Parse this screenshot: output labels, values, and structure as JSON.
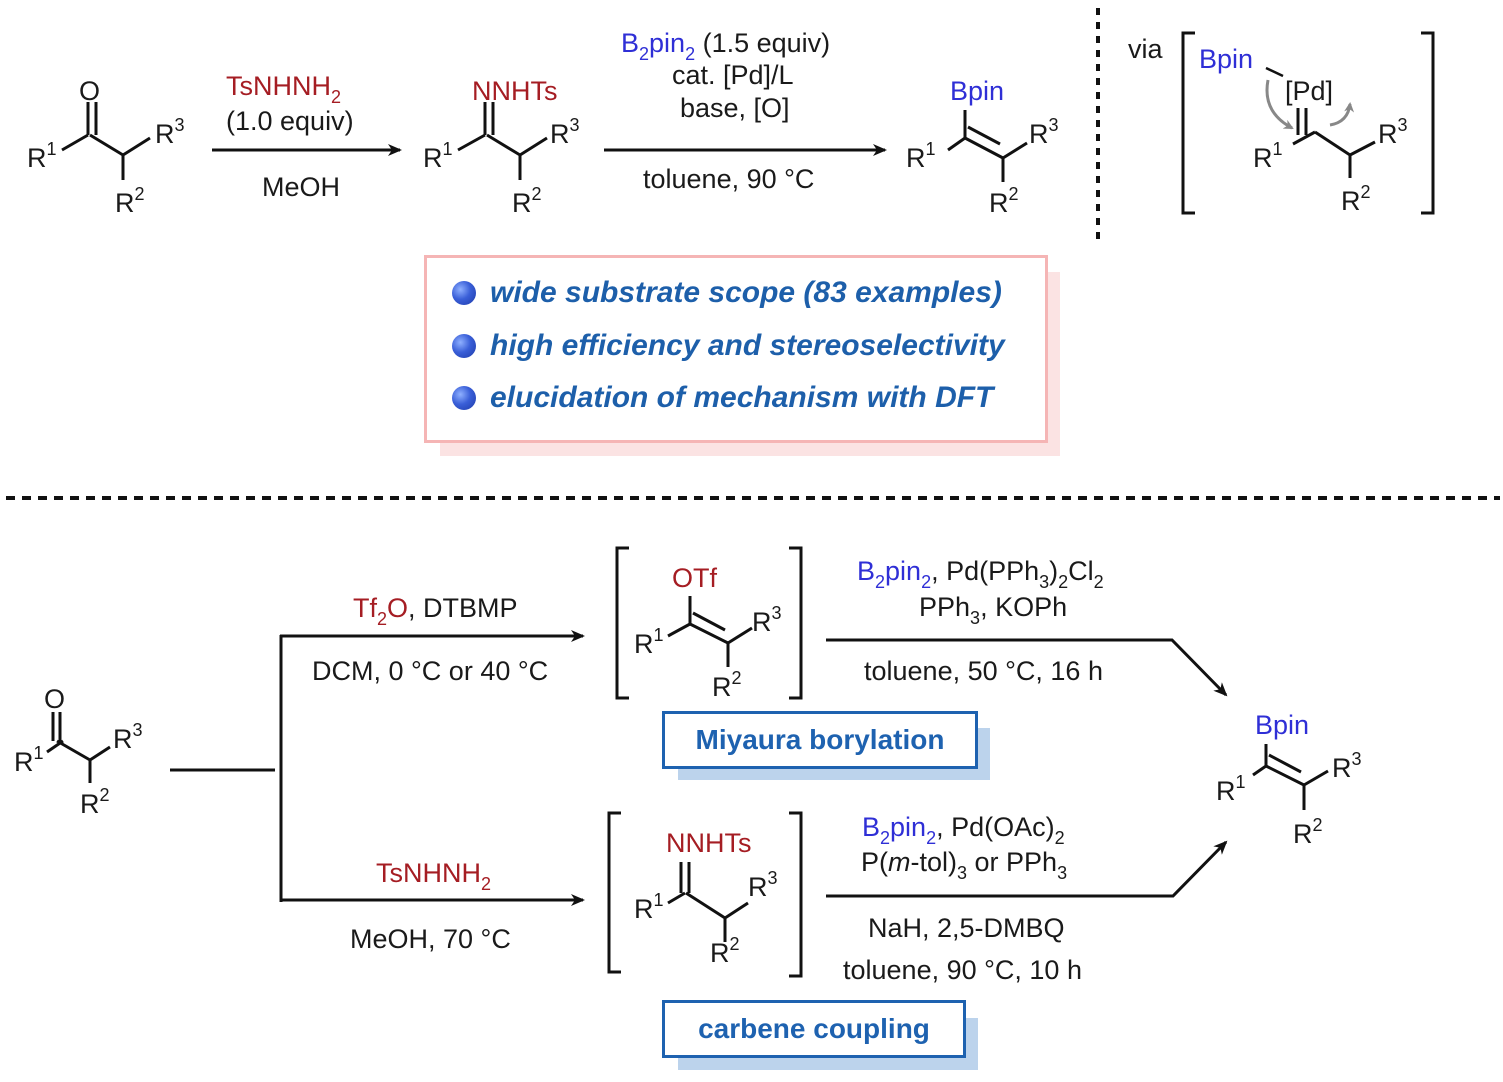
{
  "top_scheme": {
    "ketone": {
      "carbonyl": "O",
      "r1": "R",
      "r1_sup": "1",
      "r2": "R",
      "r2_sup": "2",
      "r3": "R",
      "r3_sup": "3"
    },
    "step1": {
      "reagent_main": "TsNHNH",
      "reagent_sub": "2",
      "equiv": "(1.0 equiv)",
      "solvent": "MeOH"
    },
    "hydrazone": {
      "group": "NNHTs",
      "r1": "R",
      "r1_sup": "1",
      "r2": "R",
      "r2_sup": "2",
      "r3": "R",
      "r3_sup": "3"
    },
    "step2": {
      "b2pin2_b": "B",
      "b2pin2_sub1": "2",
      "b2pin2_pin": "pin",
      "b2pin2_sub2": "2",
      "equiv": " (1.5 equiv)",
      "catalyst": "cat. [Pd]/L",
      "base": "base, [O]",
      "conditions": "toluene, 90 °C"
    },
    "product": {
      "group": "Bpin",
      "r1": "R",
      "r1_sup": "1",
      "r2": "R",
      "r2_sup": "2",
      "r3": "R",
      "r3_sup": "3"
    },
    "intermediate": {
      "via": "via",
      "bpin": "Bpin",
      "metal": "[Pd]",
      "r1": "R",
      "r1_sup": "1",
      "r2": "R",
      "r2_sup": "2",
      "r3": "R",
      "r3_sup": "3"
    }
  },
  "highlights": {
    "items": [
      "wide substrate scope (83 examples)",
      "high efficiency and stereoselectivity",
      "elucidation of mechanism with DFT"
    ]
  },
  "bottom_scheme": {
    "ketone": {
      "carbonyl": "O",
      "r1": "R",
      "r1_sup": "1",
      "r2": "R",
      "r2_sup": "2",
      "r3": "R",
      "r3_sup": "3"
    },
    "upper_route": {
      "reagent_tf": "Tf",
      "reagent_tf_sub": "2",
      "reagent_o": "O",
      "reagent_rest": ", DTBMP",
      "conditions": "DCM, 0 °C or 40 °C",
      "intermediate": {
        "group": "OTf",
        "r1": "R",
        "r1_sup": "1",
        "r2": "R",
        "r2_sup": "2",
        "r3": "R",
        "r3_sup": "3"
      },
      "step2_line1_b2pin2": "B2pin2",
      "step2_line1_rest": ", Pd(PPh3)2Cl2",
      "step2_line2": "PPh3, KOPh",
      "step2_conditions": "toluene, 50 °C, 16 h",
      "label": "Miyaura borylation"
    },
    "lower_route": {
      "reagent_main": "TsNHNH",
      "reagent_sub": "2",
      "conditions": "MeOH, 70 °C",
      "intermediate": {
        "group": "NNHTs",
        "r1": "R",
        "r1_sup": "1",
        "r2": "R",
        "r2_sup": "2",
        "r3": "R",
        "r3_sup": "3"
      },
      "step2_line1_b2pin2": "B2pin2",
      "step2_line1_rest": ", Pd(OAc)2",
      "step2_line2": "P(m-tol)3 or PPh3",
      "step2_line3": "NaH, 2,5-DMBQ",
      "step2_conditions": "toluene, 90 °C, 10 h",
      "label": "carbene coupling"
    },
    "product": {
      "group": "Bpin",
      "r1": "R",
      "r1_sup": "1",
      "r2": "R",
      "r2_sup": "2",
      "r3": "R",
      "r3_sup": "3"
    }
  },
  "colors": {
    "reagent_red": "#a51d23",
    "boron_blue": "#2f2fd6",
    "highlight_text": "#1d5faa",
    "label_blue": "#1e62b0",
    "highlight_border": "#f5b5b5"
  }
}
